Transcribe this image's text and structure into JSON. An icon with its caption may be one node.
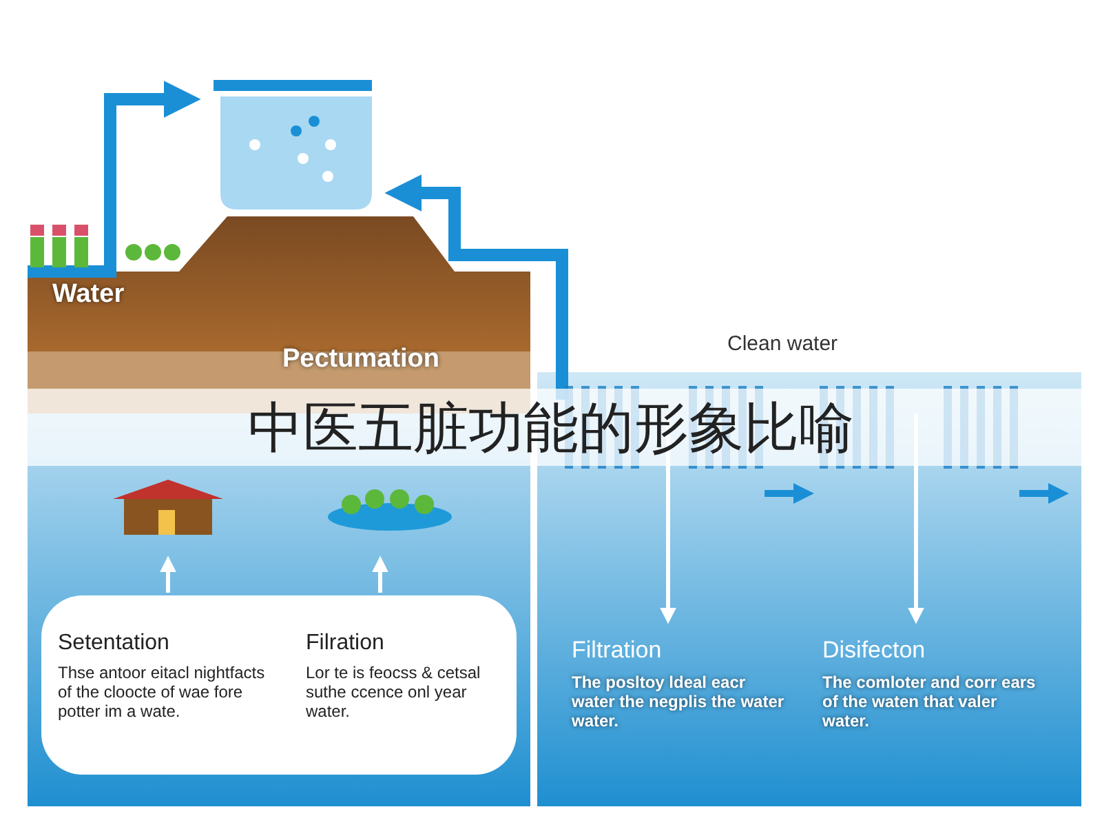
{
  "diagram": {
    "title": "中医五脏功能的形象比喻",
    "labels": [
      "Water",
      "Clean water",
      "Pectumation",
      "Setentation",
      "Thse antoor eitacl nightfacts of the cloocte of wae fore potter im a wate.",
      "Filration",
      "Lor te is feocss & cetsal suthe ccence onl year water.",
      "Filtration",
      "The posltoy ldeal eacr water the negplis the water water.",
      "Disifecton",
      "The comloter and corr ears of the waten that valer water."
    ]
  }
}
